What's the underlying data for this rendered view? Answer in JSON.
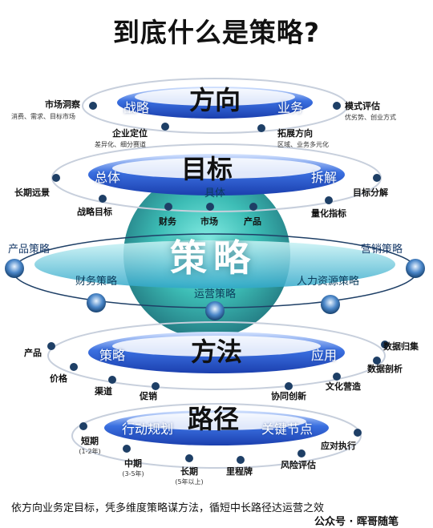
{
  "title": "到底什么是策略?",
  "tiers": {
    "direction": {
      "heading": "方向",
      "left": "战略",
      "right": "业务",
      "nodes": {
        "market_insight": {
          "label": "市场洞察",
          "sub": "消费、需求、目标市场"
        },
        "enterprise_position": {
          "label": "企业定位",
          "sub": "差异化、细分赛道"
        },
        "expand_direction": {
          "label": "拓展方向",
          "sub": "区域、业务多元化"
        },
        "model_eval": {
          "label": "模式评估",
          "sub": "优劣势、创业方式"
        }
      }
    },
    "goal": {
      "heading": "目标",
      "left": "总体",
      "right": "拆解",
      "center": "具体",
      "nodes": {
        "long_vision": "长期远景",
        "strategic_goal": "战略目标",
        "finance": "财务",
        "market": "市场",
        "product": "产品",
        "quant_index": "量化指标",
        "goal_split": "目标分解"
      }
    },
    "core": {
      "heading": "策略",
      "left_outer": "产品策略",
      "right_outer": "营销策略",
      "left_inner": "财务策略",
      "right_inner": "人力资源策略",
      "center": "运营策略"
    },
    "method": {
      "heading": "方法",
      "left": "策略",
      "right": "应用",
      "nodes": {
        "product": "产品",
        "price": "价格",
        "channel": "渠道",
        "promo": "促销",
        "collab": "协同创新",
        "culture": "文化营造",
        "data_analysis": "数据剖析",
        "data_collect": "数据归集"
      }
    },
    "path": {
      "heading": "路径",
      "left": "行动规划",
      "right": "关键节点",
      "nodes": {
        "short": {
          "label": "短期",
          "sub": "(1-2年)"
        },
        "mid": {
          "label": "中期",
          "sub": "(3-5年)"
        },
        "long": {
          "label": "长期",
          "sub": "(5年以上)"
        },
        "milestone": "里程牌",
        "risk": "风险评估",
        "response": "应对执行"
      }
    }
  },
  "footer": "依方向业务定目标，凭多维度策略谋方法，循短中长路径达运营之效",
  "watermark": "公众号 · 晖哥随笔",
  "colors": {
    "ring": "#1e55c8",
    "node": "#1e3f66",
    "sphere": "#2bb8b0",
    "accent": "#3a6fe0"
  }
}
